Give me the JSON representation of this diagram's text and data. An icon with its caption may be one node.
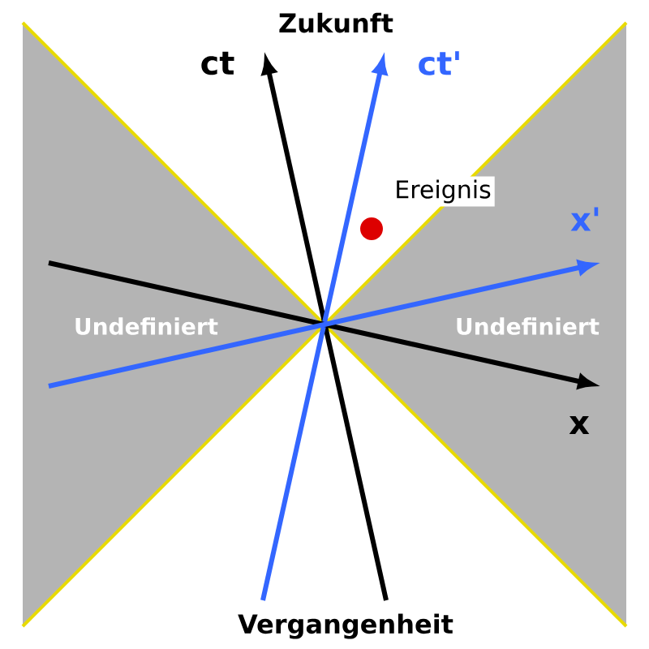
{
  "diagram": {
    "nodes": [
      {
        "text": [],
        "shape": "circle",
        "beside": [
          "Ereignis"
        ]
      }
    ],
    "labels": [
      "Zukunft",
      "ct",
      "ct'",
      "x'",
      "Undefiniert",
      "Undefiniert",
      "x",
      "Vergangenheit"
    ]
  }
}
